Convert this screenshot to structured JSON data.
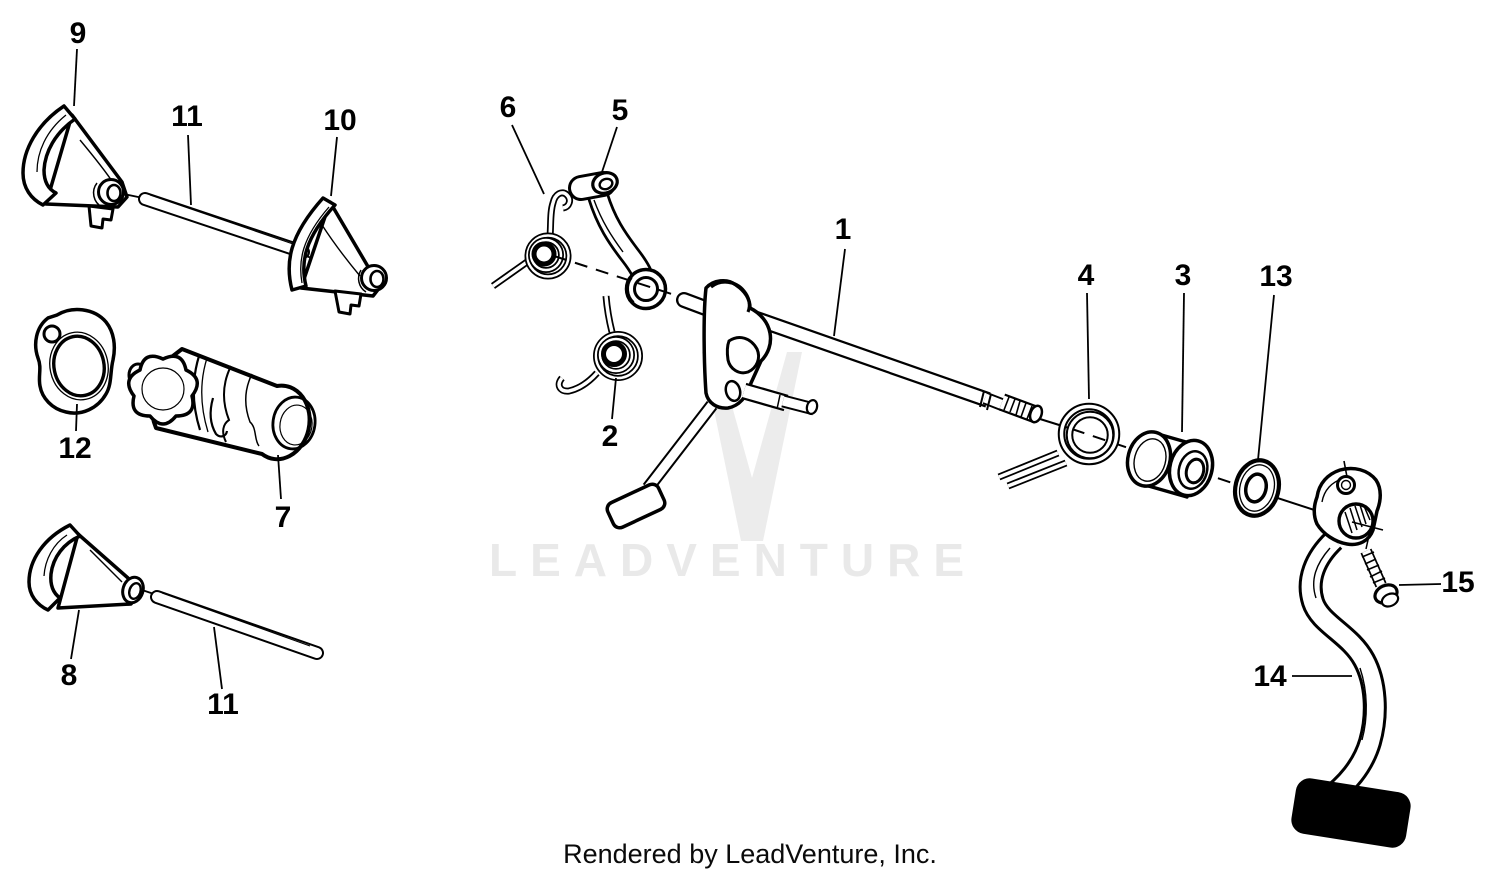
{
  "watermark": {
    "text": "LEADVENTURE",
    "logo": "leadventure-v-logo",
    "color": "#e9e9e9"
  },
  "footer": {
    "text": "Rendered by LeadVenture, Inc."
  },
  "colors": {
    "line": "#000000",
    "background": "#ffffff",
    "watermark": "#ececec",
    "rubber_pad": "#000000"
  },
  "labels": [
    {
      "part": "9",
      "text": "9"
    },
    {
      "part": "11",
      "text": "11"
    },
    {
      "part": "10",
      "text": "10"
    },
    {
      "part": "6",
      "text": "6"
    },
    {
      "part": "5",
      "text": "5"
    },
    {
      "part": "1",
      "text": "1"
    },
    {
      "part": "4",
      "text": "4"
    },
    {
      "part": "3",
      "text": "3"
    },
    {
      "part": "13",
      "text": "13"
    },
    {
      "part": "12",
      "text": "12"
    },
    {
      "part": "7",
      "text": "7"
    },
    {
      "part": "2",
      "text": "2"
    },
    {
      "part": "8",
      "text": "8"
    },
    {
      "part": "11b",
      "text": "11"
    },
    {
      "part": "15",
      "text": "15"
    },
    {
      "part": "14",
      "text": "14"
    }
  ]
}
